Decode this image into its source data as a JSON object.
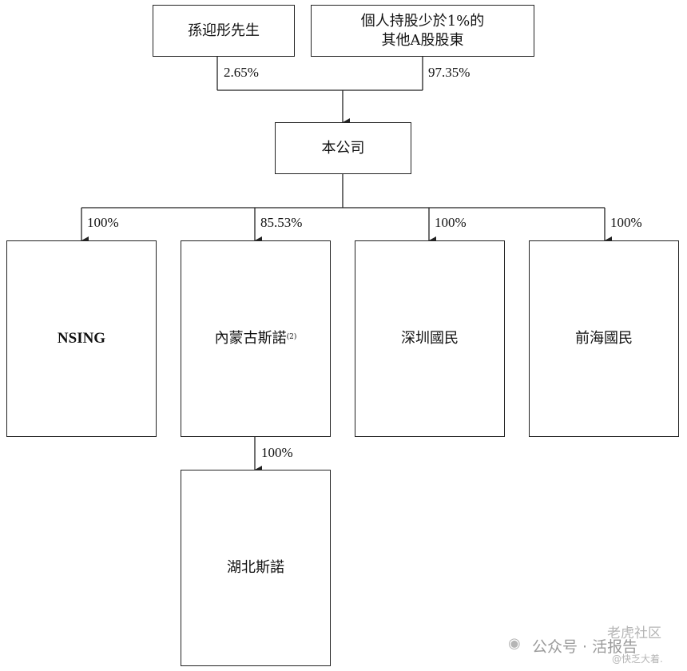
{
  "nodes": {
    "shareholder_1": "孫迎彤先生",
    "shareholder_2": "個人持股少於1%的\n其他A股股東",
    "company": "本公司",
    "sub_1": "NSING",
    "sub_2": "內蒙古斯諾",
    "sub_2_note": "(2)",
    "sub_3": "深圳國民",
    "sub_4": "前海國民",
    "sub_5": "湖北斯諾"
  },
  "percentages": {
    "shareholder_1": "2.65%",
    "shareholder_2": "97.35%",
    "sub_1": "100%",
    "sub_2": "85.53%",
    "sub_3": "100%",
    "sub_4": "100%",
    "sub_5": "100%"
  },
  "watermark": {
    "line1": "老虎社区",
    "line2": "公众号 · 活报告",
    "line3": "@快乏大着."
  },
  "colors": {
    "line": "#222222",
    "text": "#111111",
    "watermark": "#b5b5b5"
  }
}
